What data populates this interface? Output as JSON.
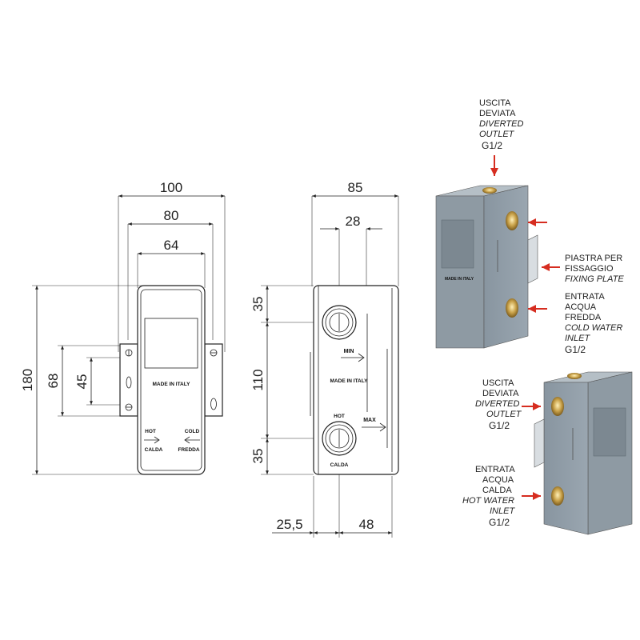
{
  "front_view": {
    "dims": {
      "w100": "100",
      "w80": "80",
      "w64": "64",
      "h180": "180",
      "h68": "68",
      "h45": "45"
    },
    "made_in": "MADE IN ITALY",
    "hot": "HOT",
    "calda": "CALDA",
    "cold": "COLD",
    "fredda": "FREDDA"
  },
  "side_view": {
    "dims": {
      "w85": "85",
      "w28": "28",
      "h35_top": "35",
      "h110": "110",
      "h35_bottom": "35",
      "w25_5": "25,5",
      "w48": "48"
    },
    "min": "MIN",
    "max": "MAX",
    "made_in": "MADE IN ITALY",
    "hot": "HOT",
    "calda": "CALDA"
  },
  "callouts": {
    "top_outlet": {
      "line1": "USCITA",
      "line2": "DEVIATA",
      "line3": "DIVERTED",
      "line4": "OUTLET",
      "line5": "G1/2"
    },
    "fixing_plate": {
      "line1": "PIASTRA PER",
      "line2": "FISSAGGIO",
      "line3": "FIXING PLATE"
    },
    "cold_inlet": {
      "line1": "ENTRATA",
      "line2": "ACQUA",
      "line3": "FREDDA",
      "line4": "COLD WATER",
      "line5": "INLET",
      "line6": "G1/2"
    },
    "side_outlet": {
      "line1": "USCITA",
      "line2": "DEVIATA",
      "line3": "DIVERTED",
      "line4": "OUTLET",
      "line5": "G1/2"
    },
    "hot_inlet": {
      "line1": "ENTRATA",
      "line2": "ACQUA",
      "line3": "CALDA",
      "line4": "HOT WATER",
      "line5": "INLET",
      "line6": "G1/2"
    }
  },
  "colors": {
    "body_grey": "#8e9aa3",
    "body_dark": "#6e7a83",
    "brass": "#c9a24a",
    "arrow_red": "#d62d20"
  }
}
